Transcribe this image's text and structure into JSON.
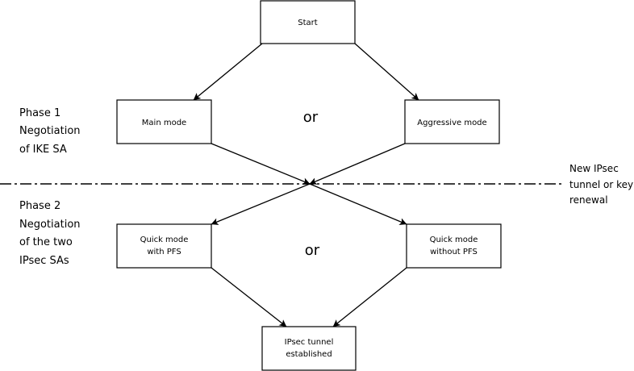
{
  "nodes": {
    "start": {
      "lines": [
        "Start"
      ]
    },
    "main_mode": {
      "lines": [
        "Main mode"
      ]
    },
    "aggressive_mode": {
      "lines": [
        "Aggressive mode"
      ]
    },
    "quick_pfs": {
      "lines": [
        "Quick mode",
        "with PFS"
      ]
    },
    "quick_no_pfs": {
      "lines": [
        "Quick mode",
        "without PFS"
      ]
    },
    "tunnel": {
      "lines": [
        "IPsec tunnel",
        "established"
      ]
    }
  },
  "or_labels": {
    "phase1": "or",
    "phase2": "or"
  },
  "phase_labels": {
    "phase1": [
      "Phase 1",
      "Negotiation",
      "of IKE SA"
    ],
    "phase2": [
      "Phase 2",
      "Negotiation",
      "of the two",
      "IPsec SAs"
    ]
  },
  "divider_label": [
    "New IPsec",
    "tunnel or key",
    "renewal"
  ],
  "colors": {
    "stroke": "#000000",
    "background": "#ffffff"
  }
}
